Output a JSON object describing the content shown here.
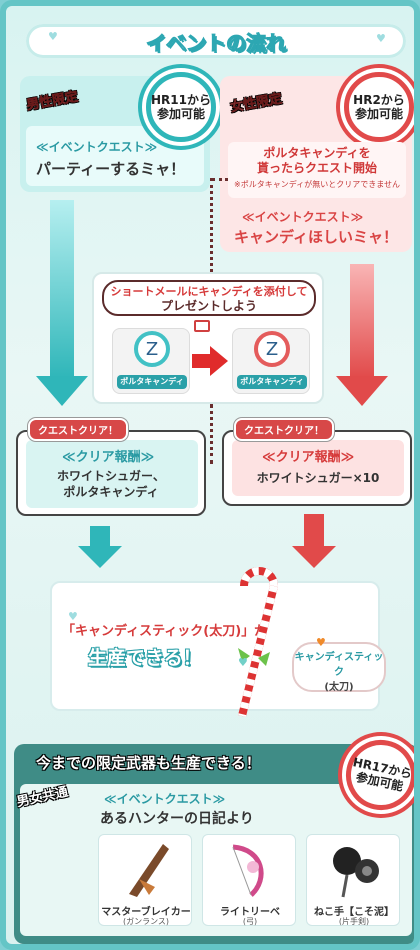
{
  "title": "イベントの流れ",
  "male": {
    "tag": "男性限定",
    "hr_line1": "HR11から",
    "hr_line2": "参加可能",
    "quest_label": "≪イベントクエスト≫",
    "quest_name": "パーティーするミャ！"
  },
  "female": {
    "tag": "女性限定",
    "hr_line1": "HR2から",
    "hr_line2": "参加可能",
    "notice_line1": "ポルタキャンディを",
    "notice_line2": "貰ったらクエスト開始",
    "notice_sub": "※ポルタキャンディが無いとクリアできません",
    "quest_label": "≪イベントクエスト≫",
    "quest_name": "キャンディほしいミャ！"
  },
  "mail": {
    "line1": "ショートメールにキャンディを添付して",
    "line2": "プレゼントしよう",
    "item_left": "ポルタキャンディ",
    "item_right": "ポルタキャンディ"
  },
  "clear_male": {
    "tag": "クエストクリア！",
    "reward_label": "≪クリア報酬≫",
    "reward_line1": "ホワイトシュガー、",
    "reward_line2": "ポルタキャンディ"
  },
  "clear_female": {
    "tag": "クエストクリア！",
    "reward_label": "≪クリア報酬≫",
    "reward_line1": "ホワイトシュガー×10"
  },
  "result": {
    "line1": "「キャンディスティック(太刀)」が",
    "line2": "生産できる！",
    "bubble_line1": "キャンディスティック",
    "bubble_line2": "(太刀)"
  },
  "bottom": {
    "heading": "今までの限定武器も生産できる！",
    "tag": "男女共通",
    "hr_line1": "HR17から",
    "hr_line2": "参加可能",
    "quest_label": "≪イベントクエスト≫",
    "quest_name": "あるハンターの日記より",
    "weapons": [
      {
        "name": "マスターブレイカー",
        "type": "(ガンランス)"
      },
      {
        "name": "ライトリーベ",
        "type": "(弓)"
      },
      {
        "name": "ねこ手【こそ泥】",
        "type": "(片手剣)"
      }
    ]
  },
  "colors": {
    "teal": "#2fb6b9",
    "red": "#e14a4a",
    "dark_teal": "#3f8c86"
  }
}
